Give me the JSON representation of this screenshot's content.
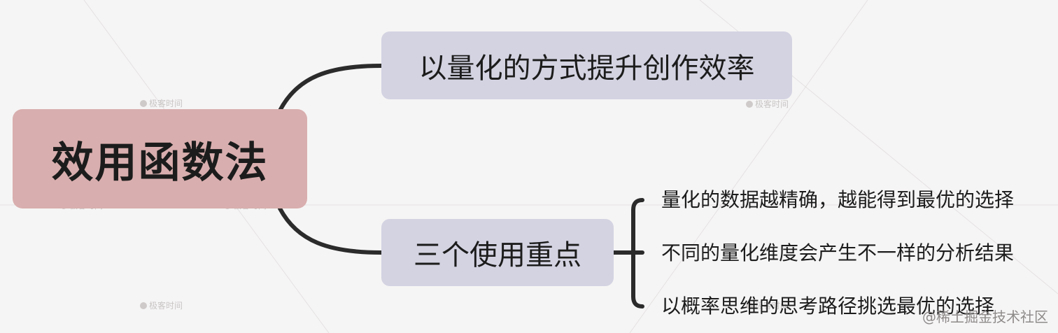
{
  "mindmap": {
    "root": "效用函数法",
    "branches": [
      {
        "label": "以量化的方式提升创作效率"
      },
      {
        "label": "三个使用重点"
      }
    ],
    "leaves": [
      "量化的数据越精确，越能得到最优的选择",
      "不同的量化维度会产生不一样的分析结果",
      "以概率思维的思考路径挑选最优的选择"
    ]
  },
  "watermark": {
    "text": "极客时间"
  },
  "corner_watermark": "@稀土掘金技术社区",
  "colors": {
    "root_fill": "#d9aeae",
    "branch_fill": "#d3d3e2",
    "connector": "#2b2b2b",
    "background": "#f6f5f5"
  }
}
